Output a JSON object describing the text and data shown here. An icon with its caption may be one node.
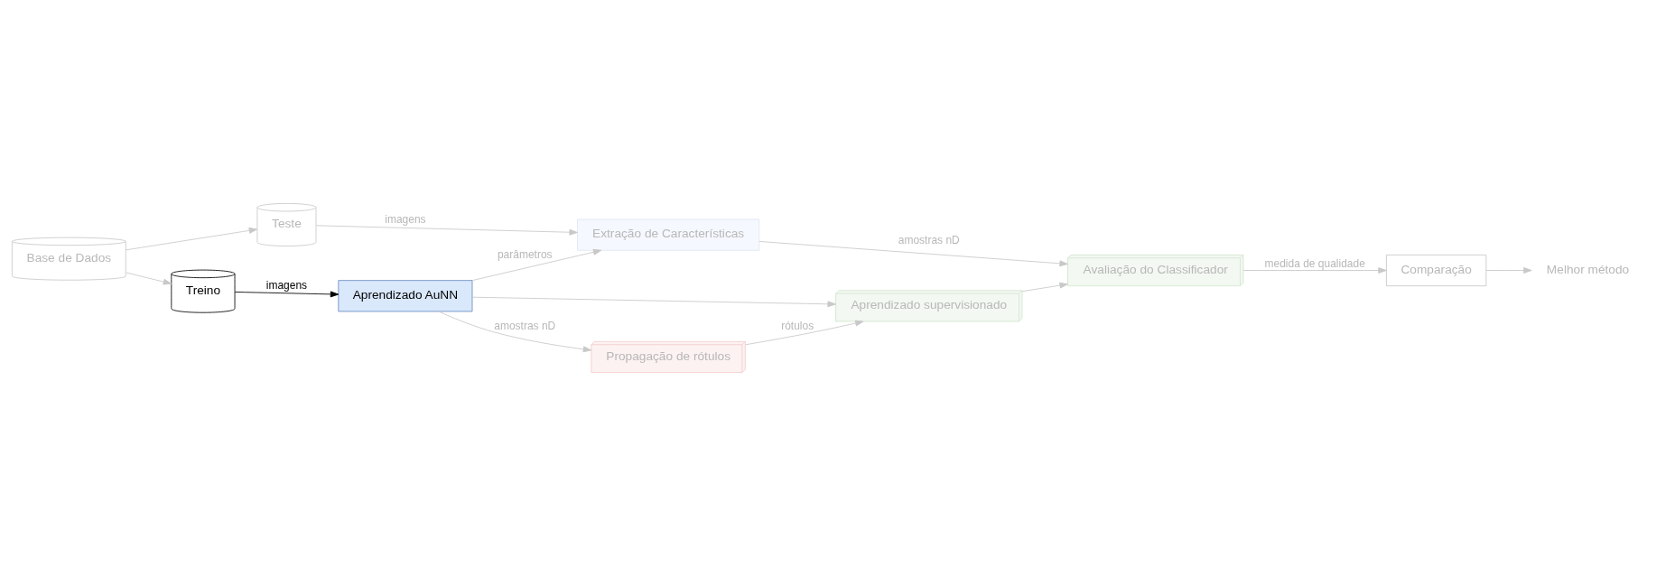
{
  "diagram": {
    "nodes": [
      {
        "text": [
          "Base de Dados"
        ]
      },
      {
        "text": [
          "Treino"
        ]
      },
      {
        "text": [
          "Teste"
        ]
      },
      {
        "text": [
          "Aprendizado AuNN"
        ]
      },
      {
        "text": [
          "Extração de Características"
        ]
      },
      {
        "text": [
          "Propagação de rótulos"
        ]
      },
      {
        "text": [
          "Aprendizado supervisionado"
        ]
      },
      {
        "text": [
          "Avaliação do Classificador"
        ]
      },
      {
        "text": [
          "Comparação"
        ]
      },
      {
        "text": [
          "Melhor método"
        ]
      }
    ],
    "edges": [
      {
        "from": 0,
        "to": 1,
        "arrow": "to"
      },
      {
        "from": 0,
        "to": 2,
        "arrow": "to"
      },
      {
        "from": 1,
        "to": 3,
        "arrow": "to",
        "label": "imagens",
        "color": "#000000"
      },
      {
        "from": 2,
        "to": 4,
        "arrow": "to",
        "label": "imagens"
      },
      {
        "from": 3,
        "to": 4,
        "arrow": "to",
        "label": "parâmetros"
      },
      {
        "from": 3,
        "to": 5,
        "arrow": "to",
        "label": "amostras nD"
      },
      {
        "from": 3,
        "to": 6,
        "arrow": "to"
      },
      {
        "from": 5,
        "to": 6,
        "arrow": "to",
        "label": "rótulos"
      },
      {
        "from": 4,
        "to": 7,
        "arrow": "to",
        "label": "amostras nD"
      },
      {
        "from": 6,
        "to": 7,
        "arrow": "to"
      },
      {
        "from": 7,
        "to": 8,
        "arrow": "to",
        "label": "medida de qualidade"
      },
      {
        "from": 8,
        "to": 9,
        "arrow": "to"
      }
    ]
  }
}
